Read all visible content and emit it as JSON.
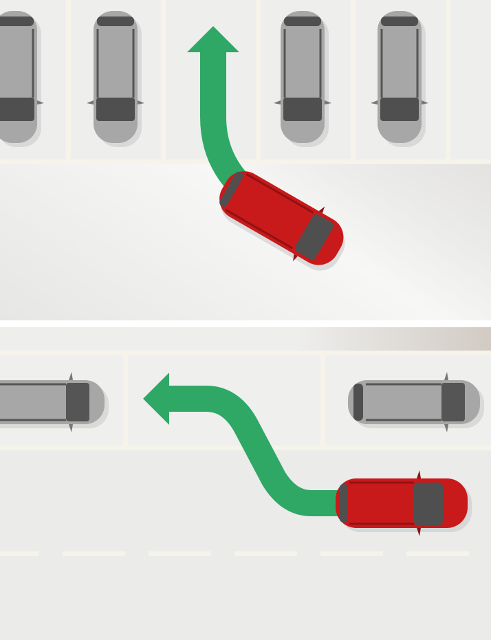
{
  "colors": {
    "ground": "#ebebea",
    "stall_line": "#f5f3ea",
    "path_arrow": "#2fa866",
    "driver_car": "#c8191b",
    "driver_car_dark": "#8f1214",
    "parked_car": "#a7a7a7",
    "parked_car_dark": "#555555",
    "glass": "#4f4f4f",
    "shadow": "#c9c9c9",
    "lane_dash": "#f5f3ea"
  },
  "scenes": [
    {
      "id": "perpendicular-parking-exit",
      "description_icon": "car-exiting-perpendicular-space-icon",
      "stall_count": 5,
      "parked_car_count": 4,
      "empty_stall": "third"
    },
    {
      "id": "parallel-parking-exit",
      "description_icon": "car-exiting-parallel-space-icon",
      "stall_count": 3,
      "parked_car_count": 2,
      "empty_stall": "middle"
    }
  ]
}
